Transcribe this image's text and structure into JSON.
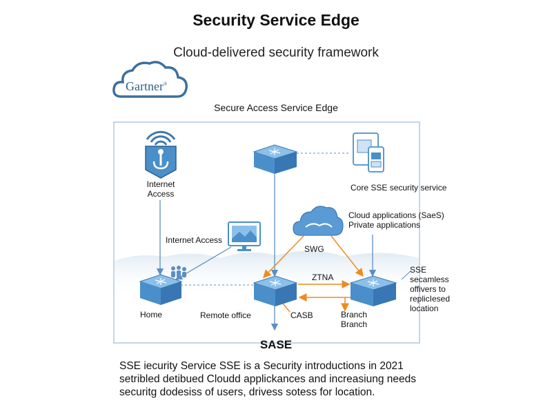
{
  "title": "Security Service Edge",
  "subtitle": "Cloud-delivered security framework",
  "logo": {
    "text": "Gartner",
    "mark": "®",
    "icon": "cloud-icon"
  },
  "diagram_title": "Secure Access Service Edge",
  "nodes": {
    "internet_access_top": {
      "line1": "Internet",
      "line2": "Access",
      "icon": "wifi-antenna-icon"
    },
    "core_sse": {
      "label": "Core SSE security service",
      "icon": "device-documents-icon"
    },
    "cloud_apps": {
      "line1": "Cloud applications (SaeS)",
      "line2": "Private applications",
      "icon": "cloud-icon"
    },
    "internet_access_monitor": {
      "label": "Internet Access",
      "icon": "monitor-icon"
    },
    "home": {
      "label": "Home"
    },
    "remote_office": {
      "label": "Remote office"
    },
    "branch": {
      "line1": "Branch",
      "line2": "Branch"
    },
    "sse_note": {
      "line1": "SSE",
      "line2": "secamless",
      "line3": "offivers to",
      "line4": "replicIesed",
      "line5": "location"
    }
  },
  "edges": {
    "swg": "SWG",
    "ztna": "ZTNA",
    "casb": "CASB"
  },
  "sase_label": "SASE",
  "description": {
    "line1": "SSE iecurity Service SSE is a Security introductions in 2021",
    "line2": "setribled detibued Cloudd applickances and increasiung needs",
    "line3": "securitg dodesiss of users, drivess sotess for location."
  },
  "colors": {
    "router_blue": "#4a8fc9",
    "router_light": "#8cc0ea",
    "arrow_blue": "#5b8fc4",
    "arrow_orange": "#f08a1e",
    "frame": "#9bbbd6",
    "cloud_blue": "#5b9bd5"
  }
}
